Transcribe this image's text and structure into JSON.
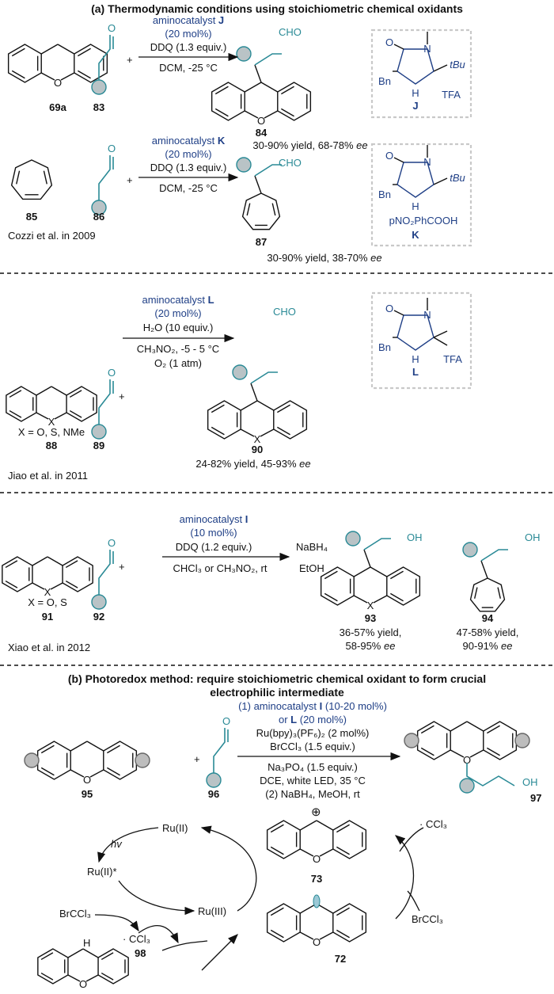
{
  "section_a": {
    "title": "(a) Thermodynamic conditions using stoichiometric chemical oxidants",
    "rxn1": {
      "reactant1": "69a",
      "reactant2": "83",
      "cond1a": "aminocatalyst ",
      "cat": "J",
      "cond2": "(20 mol%)",
      "cond3": "DDQ (1.3 equiv.)",
      "cond4": "DCM, -25 °C",
      "product": "84",
      "cho": "CHO",
      "yield": "30-90% yield, 68-78% ",
      "ee": "ee"
    },
    "rxn2": {
      "reactant1": "85",
      "reactant2": "86",
      "cond1a": "aminocatalyst ",
      "cat": "K",
      "cond2": "(20 mol%)",
      "cond3": "DDQ (1.3 equiv.)",
      "cond4": "DCM, -25 °C",
      "product": "87",
      "cho": "CHO",
      "yield": "30-90% yield, 38-70% ",
      "ee": "ee",
      "ref": "Cozzi et al. in 2009"
    },
    "rxn3": {
      "reactant1": "88",
      "x_def": "X = O, S, NMe",
      "reactant2": "89",
      "cond1a": "aminocatalyst ",
      "cat": "L",
      "cond2": "(20 mol%)",
      "cond3": "H₂O (10 equiv.)",
      "cond4": "CH₃NO₂, -5 - 5 °C",
      "cond5": "O₂ (1 atm)",
      "product": "90",
      "cho": "CHO",
      "yield": "24-82% yield, 45-93% ",
      "ee": "ee",
      "ref": "Jiao et al. in 2011"
    },
    "rxn4": {
      "reactant1": "91",
      "x_def": "X = O, S",
      "reactant2": "92",
      "cond1a": "aminocatalyst ",
      "cat": "I",
      "cond2": "(10 mol%)",
      "cond3": "DDQ (1.2 equiv.)",
      "cond4": "CHCl₃ or CH₃NO₂, rt",
      "cond5": "NaBH₄",
      "cond6": "EtOH",
      "product1": "93",
      "product2": "94",
      "oh": "OH",
      "yield1a": "36-57% yield,",
      "yield1b": "58-95% ",
      "yield2a": "47-58% yield,",
      "yield2b": "90-91% ",
      "ee": "ee",
      "ref": "Xiao et al. in 2012"
    },
    "catalysts": {
      "J": {
        "label": "J",
        "tbu": "tBu",
        "bn": "Bn",
        "acid": "TFA",
        "nh": "N",
        "h": "H"
      },
      "K": {
        "label": "K",
        "tbu": "tBu",
        "bn": "Bn",
        "acid": "pNO₂PhCOOH",
        "h": "H"
      },
      "L": {
        "label": "L",
        "bn": "Bn",
        "acid": "TFA",
        "h": "H"
      }
    },
    "atoms": {
      "O": "O",
      "X": "X",
      "N": "N"
    }
  },
  "section_b": {
    "title1": "(b) Photoredox method: require stoichiometric chemical oxidant to form crucial",
    "title2": "electrophilic intermediate",
    "reactant1": "95",
    "reactant2": "96",
    "product": "97",
    "cond1a": "(1) aminocatalyst ",
    "cond1b": "I",
    "cond1c": " (10-20 mol%)",
    "cond2a": "or ",
    "cond2b": "L",
    "cond2c": " (20 mol%)",
    "cond3": "Ru(bpy)₃(PF₆)₂ (2 mol%)",
    "cond4": "BrCCl₃ (1.5 equiv.)",
    "cond5": "Na₃PO₄ (1.5 equiv.)",
    "cond6": "DCE, white LED, 35 °C",
    "cond7": "(2) NaBH₄, MeOH, rt",
    "oh": "OH",
    "cycle": {
      "hv": "hv",
      "ru2": "Ru(II)",
      "ru2star": "Ru(II)*",
      "ru3": "Ru(III)",
      "brccl3_left": "BrCCl₃",
      "ccl3": "· CCl₃",
      "ccl3_label": "98",
      "cation": "73",
      "radical": "72",
      "ccl3_right": "· CCl₃",
      "brccl3_right": "BrCCl₃",
      "h": "H",
      "plus": "⊕"
    }
  }
}
